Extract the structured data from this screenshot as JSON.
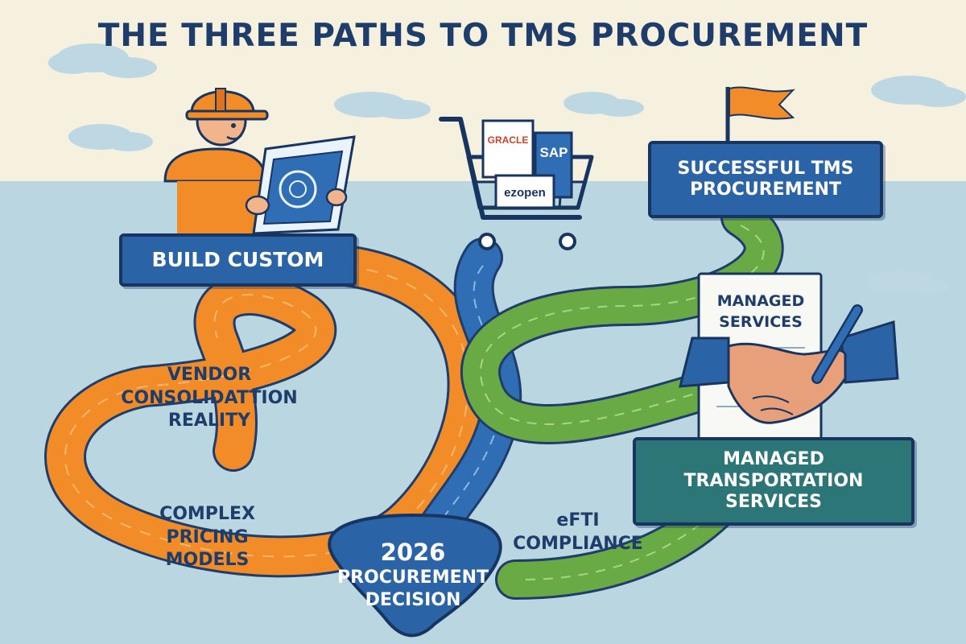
{
  "title": "THE THREE PATHS TO TMS PROCUREMENT",
  "boxes": {
    "build_custom": "BUILD CUSTOM",
    "successful_line1": "SUCCESSFUL TMS",
    "successful_line2": "PROCUREMENT",
    "mts_line1": "MANAGED",
    "mts_line2": "TRANSPORTATION",
    "mts_line3": "SERVICES"
  },
  "hub": {
    "year": "2026",
    "line1": "PROCUREMENT",
    "line2": "DECISION"
  },
  "labels": {
    "vendor_line1": "VENDOR",
    "vendor_line2": "CONSOLIDATTION",
    "vendor_line3": "REALITY",
    "pricing_line1": "COMPLEX",
    "pricing_line2": "PRICING",
    "pricing_line3": "MODELS",
    "efti_line1": "eFTI",
    "efti_line2": "COMPLIANCE"
  },
  "document": {
    "line1": "MANAGED",
    "line2": "SERVICES"
  },
  "cart_logos": {
    "oracle": "GRACLE",
    "sap": "SAP",
    "ezopen": "ezopen"
  },
  "colors": {
    "sky": "#f6f0df",
    "sea": "#b9d6e1",
    "orange_path": "#f28c28",
    "blue_path": "#2f6db5",
    "green_path": "#6aaa45",
    "box_blue": "#2a64a6",
    "box_teal": "#2d7677",
    "navy": "#1f3d6b"
  },
  "icons": {
    "worker": "construction-worker-with-blueprint-icon",
    "cart": "shopping-cart-icon",
    "flag": "orange-flag-icon",
    "handshake": "handshake-icon",
    "pen": "pen-icon"
  }
}
